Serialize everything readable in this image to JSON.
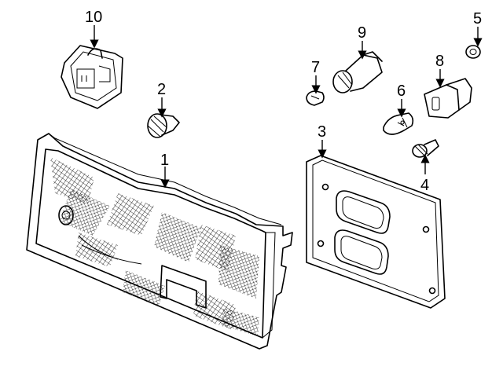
{
  "callouts": {
    "c1": "1",
    "c2": "2",
    "c3": "3",
    "c4": "4",
    "c5": "5",
    "c6": "6",
    "c7": "7",
    "c8": "8",
    "c9": "9",
    "c10": "10"
  },
  "parts": [
    {
      "number": "1",
      "item": "tail-lamp-lens-housing"
    },
    {
      "number": "2",
      "item": "clip"
    },
    {
      "number": "3",
      "item": "gasket"
    },
    {
      "number": "4",
      "item": "push-retainer"
    },
    {
      "number": "5",
      "item": "grommet-nut"
    },
    {
      "number": "6",
      "item": "bulb"
    },
    {
      "number": "7",
      "item": "wedge-bulb"
    },
    {
      "number": "8",
      "item": "bulb-socket"
    },
    {
      "number": "9",
      "item": "socket-with-bulb"
    },
    {
      "number": "10",
      "item": "connector-bracket"
    }
  ],
  "colors": {
    "line": "#000000",
    "background": "#ffffff"
  }
}
